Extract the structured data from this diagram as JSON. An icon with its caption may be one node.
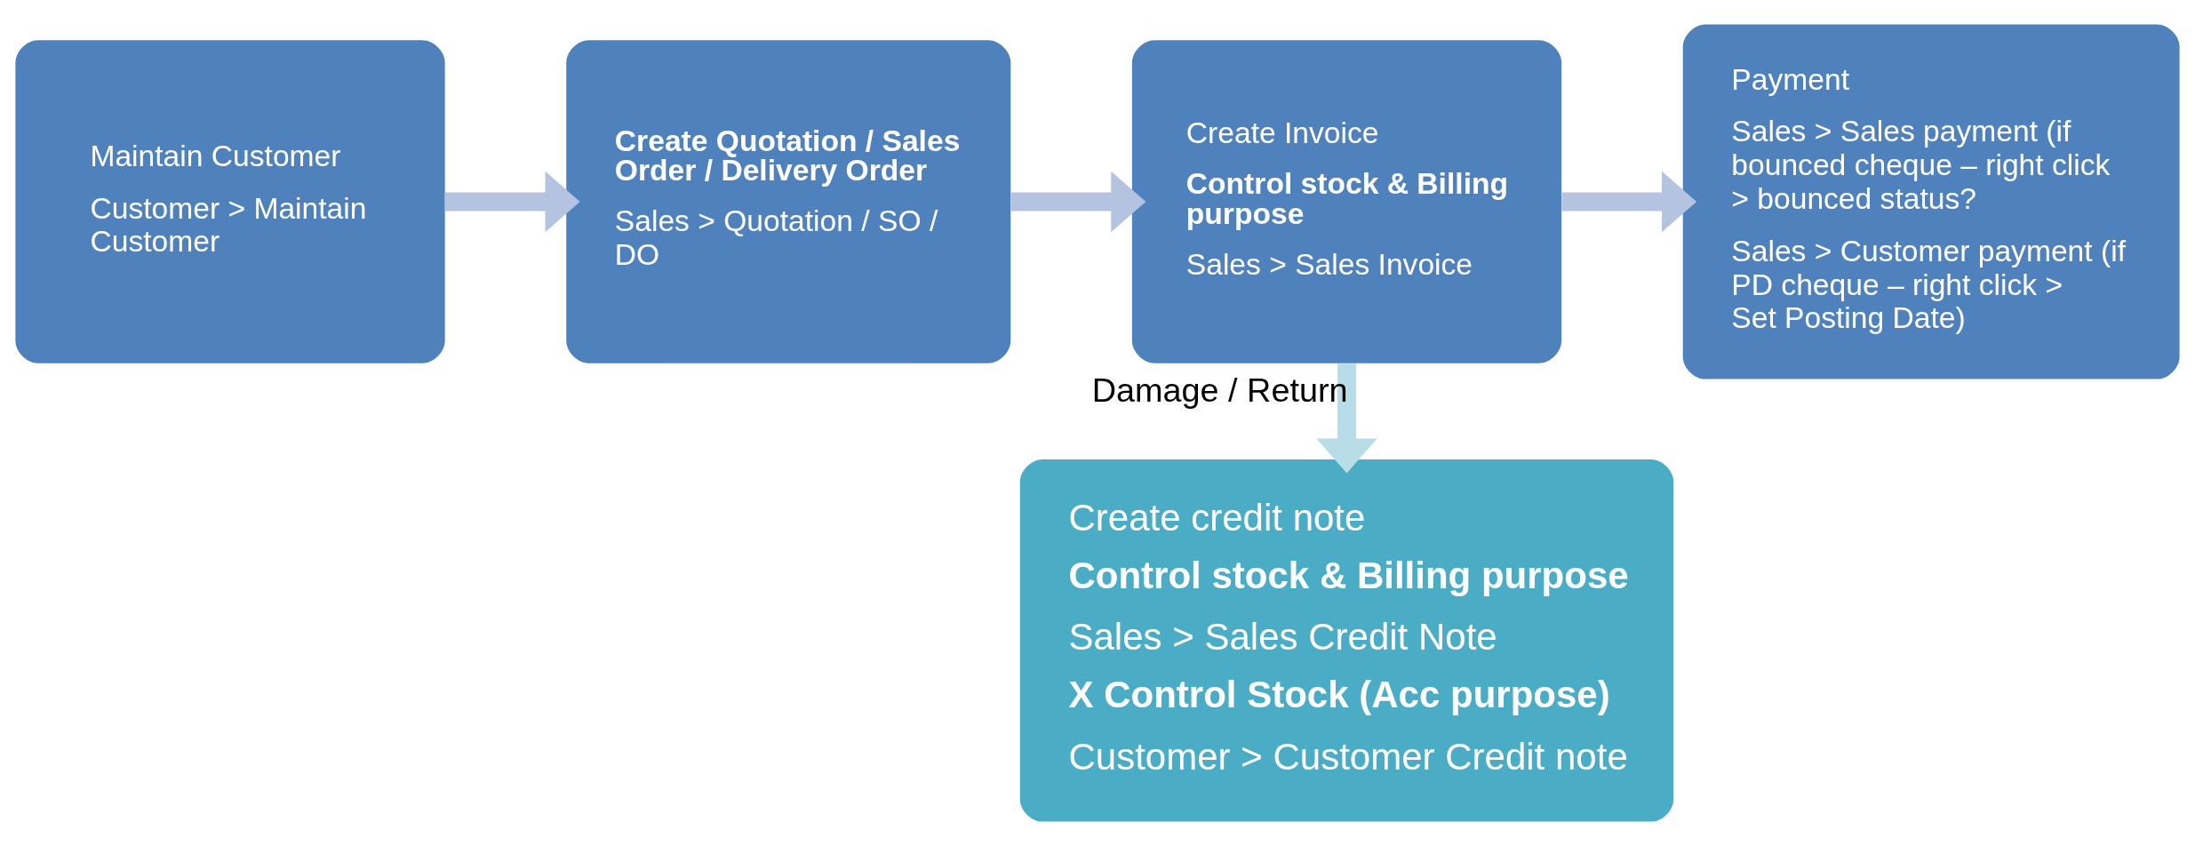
{
  "diagram": {
    "nodes": [
      {
        "text": [
          "Maintain Customer",
          "Customer > Maintain Customer"
        ]
      },
      {
        "text": [
          "Create Quotation / Sales Order / Delivery Order",
          "Sales > Quotation / SO / DO"
        ]
      },
      {
        "text": [
          "Create Invoice",
          "Control stock & Billing purpose",
          "Sales > Sales Invoice"
        ]
      },
      {
        "text": [
          "Payment",
          "Sales > Sales payment (if bounced cheque – right click > bounced status?",
          "Sales > Customer payment (if PD cheque – right click > Set Posting Date)"
        ]
      },
      {
        "text": [
          "Create credit note",
          "Control stock & Billing purpose",
          "Sales > Sales Credit Note",
          "X Control Stock (Acc purpose)",
          "Customer > Customer Credit note"
        ]
      }
    ],
    "edges": [
      {
        "from": 0,
        "to": 1,
        "arrow": "to"
      },
      {
        "from": 1,
        "to": 2,
        "arrow": "to"
      },
      {
        "from": 2,
        "to": 3,
        "arrow": "to"
      },
      {
        "from": 2,
        "to": 4,
        "arrow": "to",
        "label": "Damage / Return",
        "color": "#b7dde8"
      }
    ]
  }
}
